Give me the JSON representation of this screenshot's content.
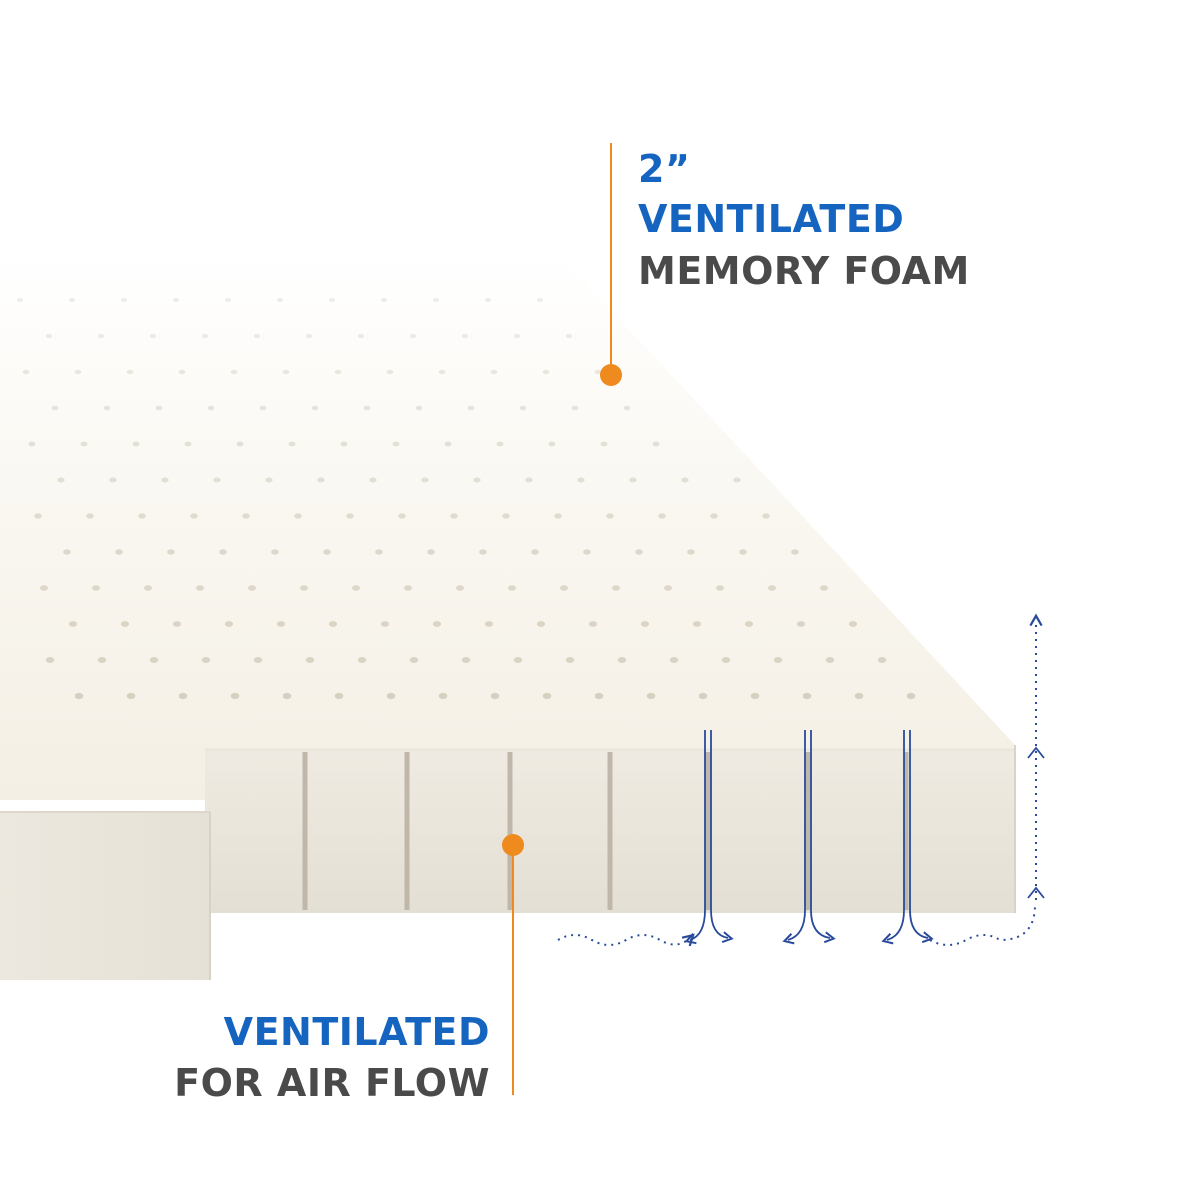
{
  "top_callout": {
    "size": "2”",
    "line1": "VENTILATED",
    "line2": "MEMORY FOAM"
  },
  "bottom_callout": {
    "line1": "VENTILATED",
    "line2": "FOR AIR FLOW"
  },
  "colors": {
    "accent_blue": "#1565c0",
    "text_grey": "#4a4a4a",
    "callout_orange": "#ef8a1f",
    "foam": "#f6f2ea"
  },
  "icons": [
    "airflow-arrow-icon",
    "callout-dot-icon"
  ]
}
